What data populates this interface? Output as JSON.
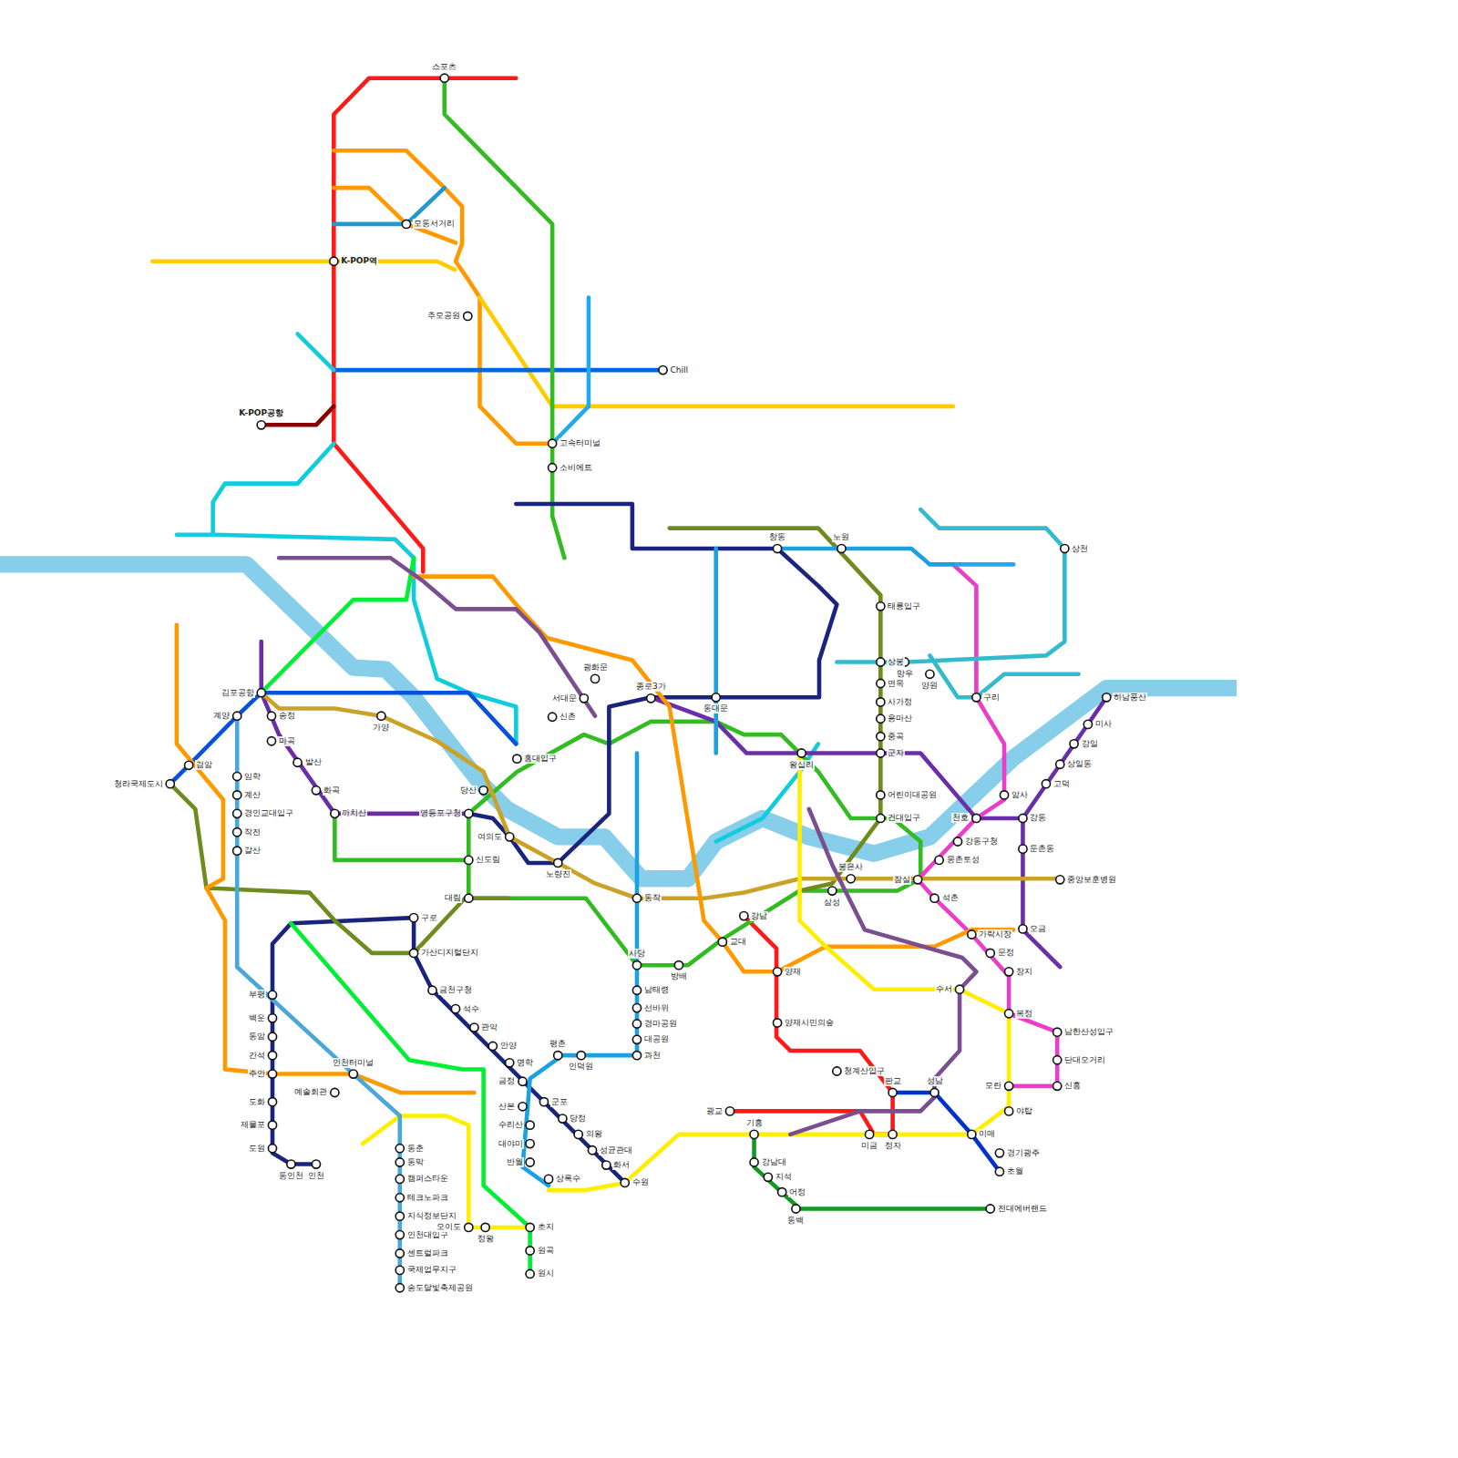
{
  "diagram": {
    "labels": [
      "스포츠",
      "K-POP역",
      "K-POP공항",
      "모동서거리",
      "Chill",
      "고속터미널",
      "소비에트",
      "추모공원",
      "김포공항",
      "검암",
      "청라국제도시",
      "송정",
      "마곡",
      "까치산",
      "신도림",
      "대림",
      "구로",
      "가산디지털단지",
      "금천구청",
      "석수",
      "관악",
      "안양",
      "명학",
      "금정",
      "군포",
      "당정",
      "의왕",
      "성균관대",
      "화서",
      "수원",
      "부평",
      "백운",
      "동암",
      "간석",
      "주안",
      "도화",
      "제물포",
      "도원",
      "동인천",
      "인천",
      "동춘",
      "동막",
      "캠퍼스타운",
      "테크노파크",
      "지식정보단지",
      "인천대입구",
      "센트럴파크",
      "국제업무지구",
      "송도달빛축제공원",
      "계양",
      "임학",
      "계산",
      "경인교대입구",
      "작전",
      "갈산",
      "인천터미널",
      "예술회관",
      "오이도",
      "정왕",
      "초지",
      "원곡",
      "원시",
      "상록수",
      "반월",
      "대야미",
      "수리산",
      "산본",
      "평촌",
      "인덕원",
      "과천",
      "대공원",
      "경마공원",
      "선바위",
      "남태령",
      "사당",
      "방배",
      "교대",
      "강남",
      "양재",
      "양재시민의숲",
      "청계산입구",
      "판교",
      "성남",
      "이매",
      "경기광주",
      "초월",
      "정자",
      "미금",
      "광교",
      "기흥",
      "강남대",
      "지석",
      "어정",
      "동백",
      "전대에버랜드",
      "모란",
      "야탑",
      "복정",
      "남한산성입구",
      "단대오거리",
      "신흥",
      "가락시장",
      "수서",
      "석촌",
      "잠실",
      "천호",
      "강동",
      "둔촌동",
      "오금",
      "중앙보훈병원",
      "암사",
      "강동구청",
      "몽촌토성",
      "장지",
      "문정",
      "건대입구",
      "어린이대공원",
      "군자",
      "중곡",
      "용마산",
      "사가정",
      "면목",
      "상봉",
      "태릉입구",
      "노원",
      "창동",
      "왕십리",
      "동대문",
      "종로3가",
      "광화문",
      "서대문",
      "홍대입구",
      "신촌",
      "여의도",
      "노량진",
      "당산",
      "가양",
      "동작",
      "삼성",
      "봉은사",
      "망우",
      "양원",
      "구리",
      "상천",
      "하남풍산",
      "미사",
      "강일",
      "상일동",
      "고덕",
      "영등포구청",
      "발산",
      "화곡"
    ]
  }
}
